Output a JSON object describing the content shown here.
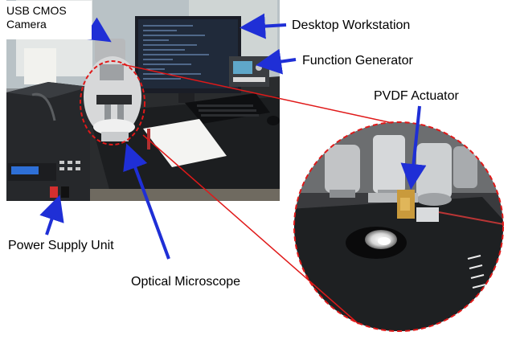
{
  "labels": {
    "usb_camera_line1": "USB CMOS",
    "usb_camera_line2": "Camera",
    "desktop_workstation": "Desktop Workstation",
    "function_generator": "Function Generator",
    "pvdf_actuator": "PVDF Actuator",
    "power_supply_unit": "Power Supply Unit",
    "optical_microscope": "Optical Microscope"
  },
  "colors": {
    "arrow": "#1f2fd6",
    "zoom_circle": "#e01919",
    "background": "#ffffff"
  }
}
